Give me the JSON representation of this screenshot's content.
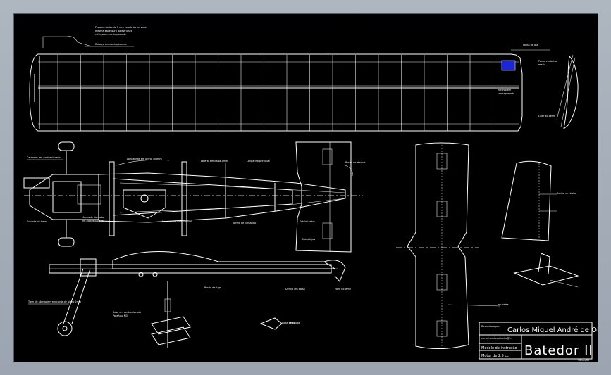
{
  "colors": {
    "background": "#000000",
    "lines": "#ffffff",
    "highlight": "#1a26d8",
    "frame": "#9ba4b0"
  },
  "title_block": {
    "drawn_by_label": "Desenhado por",
    "author": "Carlos Miguel André de Oliveira",
    "email": "e-mail: carlos.oliveira@...",
    "model_label": "Modelo de instrução",
    "model_name": "Batedor II",
    "engine": "Motor de 2.5 cc",
    "sheet_code": "10/cm/50"
  },
  "annotations": {
    "wing_top_note": "Peça em balsa de 3 mm colada às nervuras",
    "wing_top_note2": "mesma espessura da estrutura",
    "wing_top_note3": "reforço em contraplacado",
    "wing_arrow_note": "Reforço em contraplacado",
    "wing_tip_label": "Ponta da asa",
    "wing_blue_note": "Reforço em",
    "wing_blue_note2": "contraplacado",
    "tip_right_note": "Ponta em balsa",
    "tip_right_note2": "macia",
    "tip_bottom_note": "Lixar ao perfil",
    "fuselage_note_top": "Longarinas em pinho 3x3mm",
    "fuselage_note_bulk": "Cavernas em contraplacado",
    "fuselage_note_side": "Lateral em balsa 2mm",
    "fuselage_note_tank": "Depósito de combustível",
    "engine_note": "Montante do motor",
    "engine_note2": "em contraplacado",
    "tail_note": "Bordo de ataque",
    "tail_note2": "em balsa",
    "gear_note": "Trem de aterragem em corda de piano 2mm",
    "gear_bracket": "Suporte do trem",
    "bottom_note": "Base em contraplacado",
    "bottom_note2": "Parafuso M3",
    "hinge_note": "Dobradiças",
    "stab_note": "Estabilizador",
    "fin_note": "Deriva em balsa",
    "fin_note2": "Leme",
    "rudder_note": "Horn do leme",
    "spar_note": "Longarina principal",
    "pushrod_note": "Vareta de comando",
    "lead_note": "Bordo de fuga",
    "tailwheel_note": "Roda de cauda"
  }
}
